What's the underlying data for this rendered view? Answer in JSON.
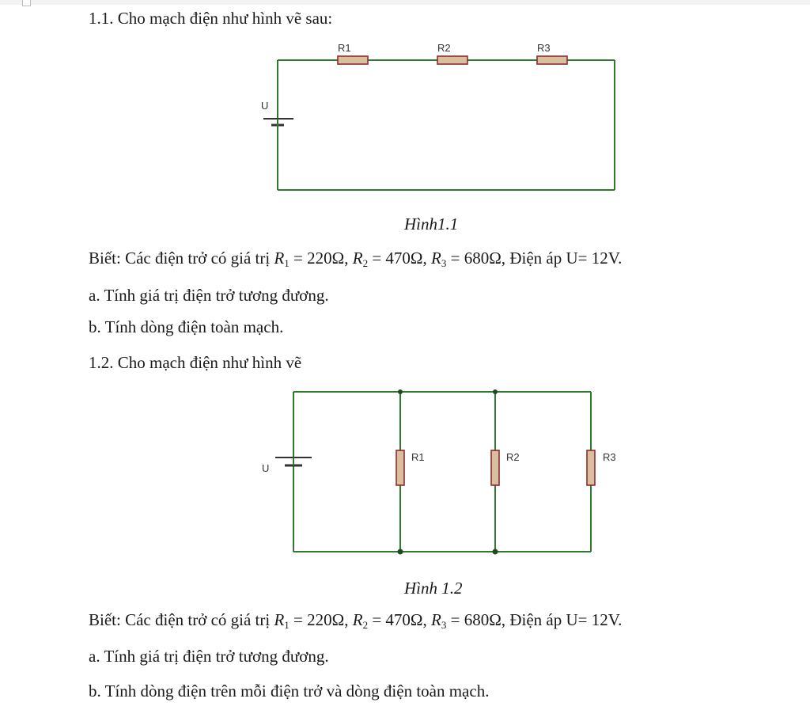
{
  "problem1": {
    "heading": "1.1. Cho mạch điện như hình vẽ sau:",
    "figure": {
      "labels": {
        "r1": "R1",
        "r2": "R2",
        "r3": "R3",
        "u": "U"
      },
      "caption": "Hình1.1"
    },
    "given": {
      "prefix": "Biết: Các điện trở có giá trị ",
      "r1_sym": "R",
      "r1_sub": "1",
      "r1_val": " = 220Ω, ",
      "r2_sym": "R",
      "r2_sub": "2",
      "r2_val": " = 470Ω, ",
      "r3_sym": "R",
      "r3_sub": "3",
      "r3_val": " = 680Ω, ",
      "suffix": "Điện áp U= 12V."
    },
    "question_a": "a. Tính giá trị điện trở tương đương.",
    "question_b": "b. Tính dòng điện toàn mạch."
  },
  "problem2": {
    "heading": "1.2. Cho mạch điện như hình vẽ",
    "figure": {
      "labels": {
        "r1": "R1",
        "r2": "R2",
        "r3": "R3",
        "u": "U"
      },
      "caption": "Hình 1.2"
    },
    "given": {
      "prefix": "Biết: Các điện trở có giá trị ",
      "r1_sym": "R",
      "r1_sub": "1",
      "r1_val": " = 220Ω, ",
      "r2_sym": "R",
      "r2_sub": "2",
      "r2_val": " = 470Ω, ",
      "r3_sym": "R",
      "r3_sub": "3",
      "r3_val": " = 680Ω, ",
      "suffix": "Điện áp U= 12V."
    },
    "question_a": "a. Tính giá trị điện trở tương đương.",
    "question_b": "b. Tính dòng điện trên mỗi điện trở và dòng điện toàn mạch."
  },
  "colors": {
    "wire": "#2f7a2f",
    "resistor_fill": "#d9bfa0",
    "resistor_stroke": "#8b2e2e",
    "node": "#1d4d1d"
  }
}
